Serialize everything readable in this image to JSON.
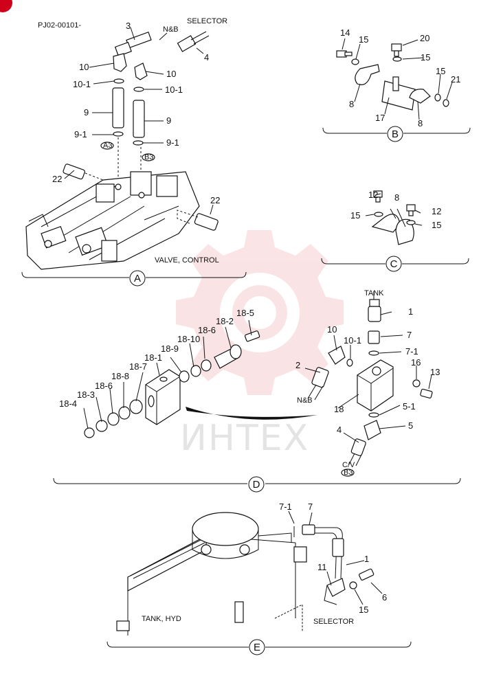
{
  "doc_code": "PJ02-00101-",
  "watermark": "ИНТЕХ",
  "section_a": {
    "label": "A",
    "caption": "VALVE, CONTROL",
    "text_nb": "N&B",
    "text_selector": "SELECTOR",
    "tag_a3": "A3",
    "tag_b3": "B3",
    "callouts": [
      "3",
      "4",
      "10",
      "10",
      "10-1",
      "10-1",
      "9",
      "9",
      "9-1",
      "9-1",
      "22",
      "22"
    ]
  },
  "section_b": {
    "label": "B",
    "callouts": [
      "14",
      "15",
      "20",
      "15",
      "15",
      "21",
      "8",
      "17",
      "8"
    ]
  },
  "section_c": {
    "label": "C",
    "callouts": [
      "12",
      "8",
      "15",
      "12",
      "15"
    ]
  },
  "section_d": {
    "label": "D",
    "text_tank": "TANK",
    "text_nb": "N&B",
    "text_cv": "C/V",
    "tag_b3": "B3",
    "callouts": [
      "18-5",
      "18-2",
      "18-6",
      "18-10",
      "18-9",
      "18-1",
      "18-7",
      "18-8",
      "18-6",
      "18-3",
      "18-4",
      "1",
      "7",
      "7-1",
      "10",
      "10-1",
      "2",
      "16",
      "13",
      "18",
      "5-1",
      "5",
      "4"
    ]
  },
  "section_e": {
    "label": "E",
    "text_tank": "TANK, HYD",
    "text_selector": "SELECTOR",
    "callouts": [
      "7-1",
      "7",
      "1",
      "11",
      "6",
      "15"
    ]
  }
}
